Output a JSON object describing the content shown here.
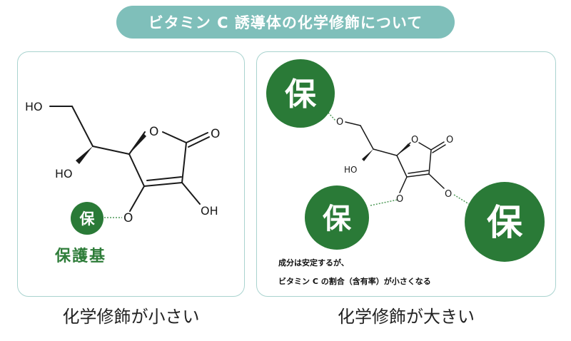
{
  "title": "ビタミン C 誘導体の化学修飾について",
  "left_panel": {
    "atoms": {
      "ho_top": "HO",
      "ho_mid": "HO",
      "o_ring": "O",
      "o_carbonyl": "O",
      "o_ether": "O",
      "oh": "OH"
    },
    "badge": "保",
    "protect_label": "保護基",
    "caption": "化学修飾が小さい"
  },
  "right_panel": {
    "atoms": {
      "o_top": "O",
      "ho_mid": "HO",
      "o_ring": "O",
      "o_carbonyl": "O",
      "o_left": "O",
      "o_right": "O"
    },
    "badges": [
      "保",
      "保",
      "保"
    ],
    "note_line1": "成分は安定するが、",
    "note_line2": "ビタミン C の割合（含有率）が小さくなる",
    "caption": "化学修飾が大きい"
  },
  "colors": {
    "accent": "#7fbfba",
    "badge_green": "#2a7a37",
    "panel_border": "#a9d3cf",
    "dotted_link": "#4f9a58"
  }
}
